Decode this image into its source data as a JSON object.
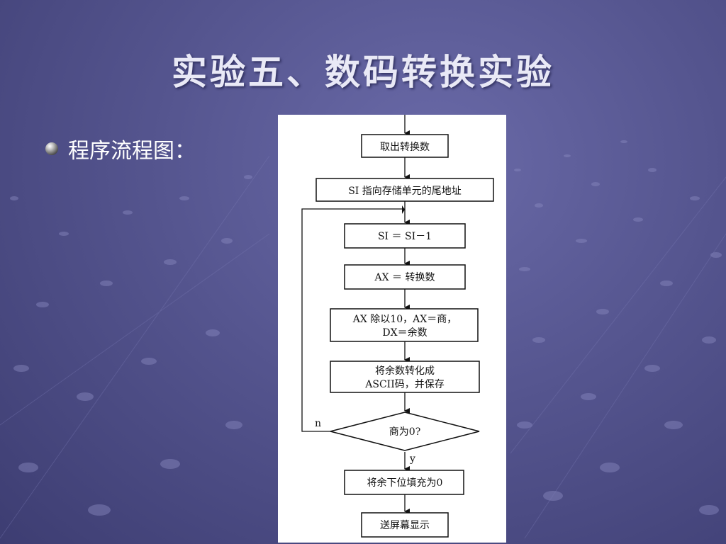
{
  "slide": {
    "title": "实验五、数码转换实验",
    "bullet": "程序流程图："
  },
  "flowchart": {
    "nodes": [
      {
        "id": "n1",
        "lines": [
          "取出转换数"
        ]
      },
      {
        "id": "n2",
        "lines": [
          "SI 指向存储单元的尾地址"
        ]
      },
      {
        "id": "n3",
        "lines": [
          "SI ＝ SI－1"
        ]
      },
      {
        "id": "n4",
        "lines": [
          "AX ＝ 转换数"
        ]
      },
      {
        "id": "n5",
        "lines": [
          "AX 除以10，AX＝商，",
          "DX＝余数"
        ]
      },
      {
        "id": "n6",
        "lines": [
          "将余数转化成",
          "ASCII码，并保存"
        ]
      },
      {
        "id": "d1",
        "lines": [
          "商为0?"
        ]
      },
      {
        "id": "n7",
        "lines": [
          "将余下位填充为0"
        ]
      },
      {
        "id": "n8",
        "lines": [
          "送屏幕显示"
        ]
      }
    ],
    "labels": {
      "no": "n",
      "yes": "y"
    }
  }
}
